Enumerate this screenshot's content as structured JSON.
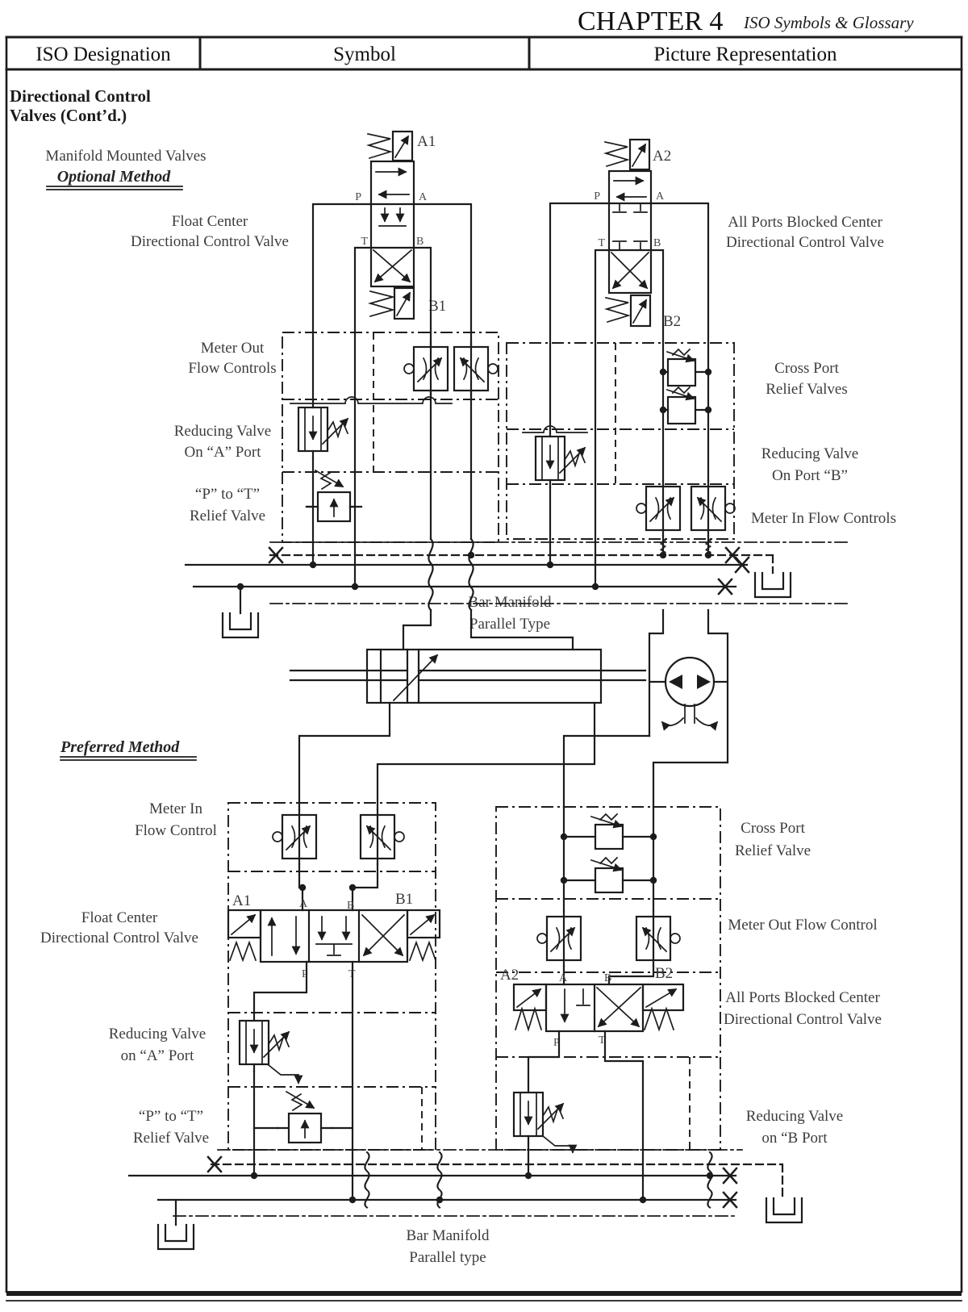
{
  "header": {
    "chapter": "CHAPTER 4",
    "subtitle": "ISO Symbols & Glossary"
  },
  "table": {
    "col1": "ISO Designation",
    "col2": "Symbol",
    "col3": "Picture Representation"
  },
  "optional": {
    "section_title1": "Directional Control",
    "section_title2": "Valves (Cont’d.)",
    "intro1": "Manifold Mounted Valves",
    "intro2": "Optional Method",
    "float_center1": "Float Center",
    "float_center2": "Directional Control Valve",
    "apb1": "All Ports Blocked Center",
    "apb2": "Directional Control Valve",
    "meter_out1": "Meter Out",
    "meter_out2": "Flow Controls",
    "cross_port1": "Cross Port",
    "cross_port2": "Relief Valves",
    "reducing_a1": "Reducing Valve",
    "reducing_a2": "On “A” Port",
    "reducing_b1": "Reducing Valve",
    "reducing_b2": "On Port “B”",
    "ptot1": "“P” to “T”",
    "ptot2": "Relief Valve",
    "meter_in": "Meter In Flow Controls",
    "manifold1": "Bar Manifold",
    "manifold2": "Parallel Type"
  },
  "preferred": {
    "title": "Preferred Method",
    "meter_in1": "Meter In",
    "meter_in2": "Flow Control",
    "cross_port1": "Cross Port",
    "cross_port2": "Relief Valve",
    "float_center1": "Float Center",
    "float_center2": "Directional Control Valve",
    "meter_out": "Meter Out Flow Control",
    "apb1": "All Ports Blocked Center",
    "apb2": "Directional Control Valve",
    "reducing_a1": "Reducing Valve",
    "reducing_a2": "on “A” Port",
    "ptot1": "“P” to “T”",
    "ptot2": "Relief Valve",
    "reducing_b1": "Reducing Valve",
    "reducing_b2": "on “B Port",
    "manifold1": "Bar Manifold",
    "manifold2": "Parallel type"
  },
  "ports": {
    "a1": "A1",
    "b1": "B1",
    "a2": "A2",
    "b2": "B2",
    "p": "P",
    "t": "T",
    "a": "A",
    "b": "B"
  }
}
